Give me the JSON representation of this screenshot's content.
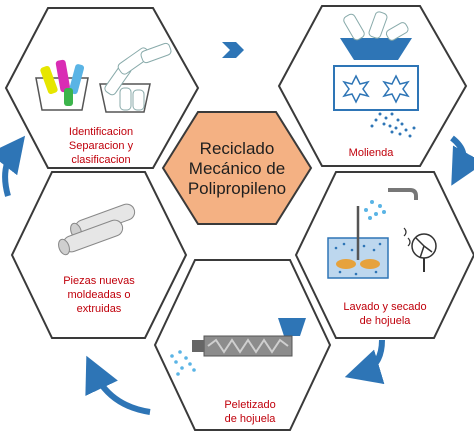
{
  "center": {
    "lines": [
      "Reciclado",
      "Mecánico de",
      "Polipropileno"
    ],
    "fill_color": "#f4b183"
  },
  "steps": [
    {
      "id": "identificacion",
      "lines": [
        "Identificacion",
        "Separacion  y",
        "clasificacion"
      ]
    },
    {
      "id": "molienda",
      "lines": [
        "Molienda"
      ]
    },
    {
      "id": "lavado",
      "lines": [
        "Lavado y secado",
        "de hojuela"
      ]
    },
    {
      "id": "peletizado",
      "lines": [
        "Peletizado",
        "de hojuela"
      ]
    },
    {
      "id": "piezas",
      "lines": [
        "Piezas nuevas",
        "moldeadas o",
        "extruidas"
      ]
    }
  ],
  "colors": {
    "hex_border": "#3a3a3a",
    "label_text": "#c0000b",
    "arrow": "#2e75b6",
    "hopper": "#2e75b6",
    "water": "#bdd7ee"
  },
  "icons": [
    "recycle-bottles-icon",
    "grinder-icon",
    "washing-tank-icon",
    "extruder-icon",
    "pipes-icon",
    "curved-arrow-icon"
  ]
}
